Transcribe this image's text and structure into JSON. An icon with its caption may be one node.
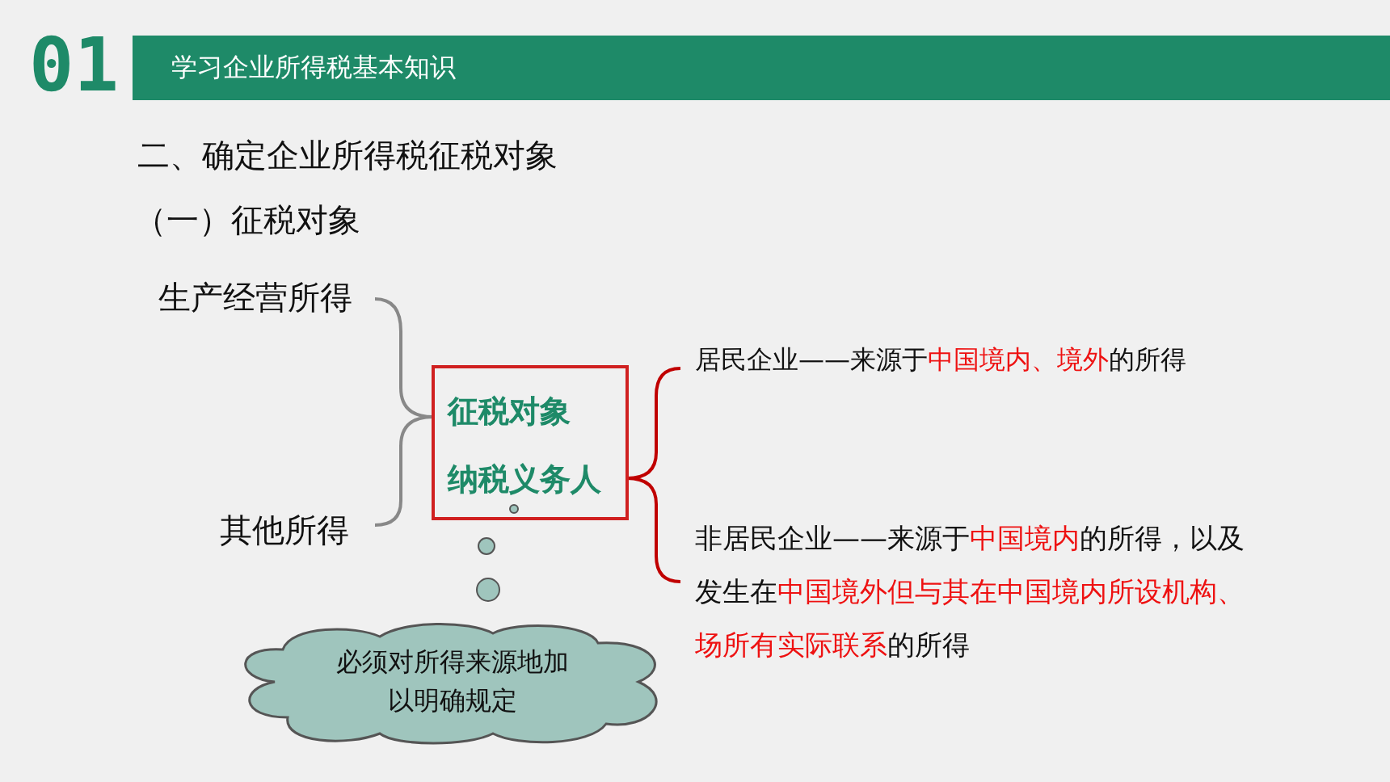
{
  "diagram": {
    "title": "学习企业所得税基本知识",
    "nodes": [
      {
        "text": [
          "生产经营所得"
        ]
      },
      {
        "text": [
          "其他所得"
        ]
      },
      {
        "text": [
          "征税对象",
          "纳税义务人"
        ]
      },
      {
        "text": [
          "居民企业——来源于**中国境内、境外**的所得"
        ]
      },
      {
        "text": [
          "非居民企业——来源于**中国境内**的所得，以及发生在**中国境外但与其在中国境内所设机构、场所有实际联系**的所得"
        ]
      },
      {
        "text": [
          "必须对所得来源地加以明确规定"
        ]
      }
    ],
    "labels": [
      "01",
      "二、确定企业所得税征税对象",
      "（一）征税对象"
    ]
  }
}
